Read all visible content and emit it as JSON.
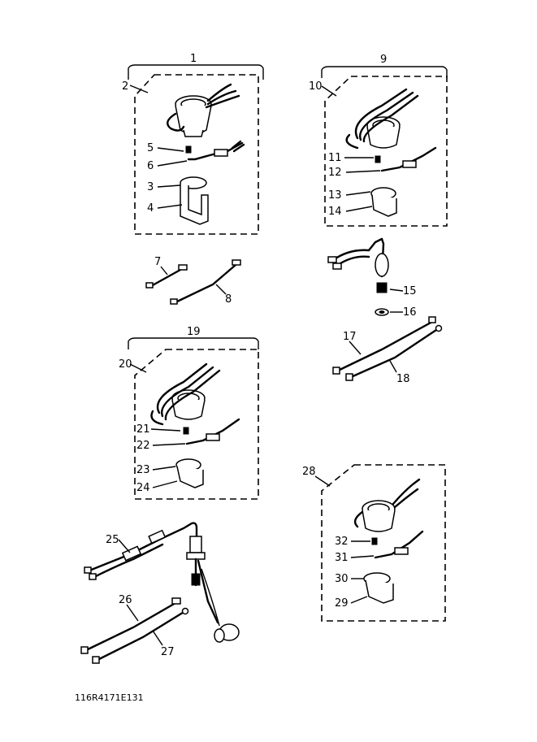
{
  "diagram": {
    "groups": {
      "g1": "1",
      "g9": "9",
      "g19": "19"
    },
    "callouts": {
      "c2": "2",
      "c3": "3",
      "c4": "4",
      "c5": "5",
      "c6": "6",
      "c7": "7",
      "c8": "8",
      "c10": "10",
      "c11": "11",
      "c12": "12",
      "c13": "13",
      "c14": "14",
      "c15": "15",
      "c16": "16",
      "c17": "17",
      "c18": "18",
      "c20": "20",
      "c21": "21",
      "c22": "22",
      "c23": "23",
      "c24": "24",
      "c25": "25",
      "c26": "26",
      "c27": "27",
      "c28": "28",
      "c29": "29",
      "c30": "30",
      "c31": "31",
      "c32": "32"
    },
    "drawing_code": "116R4171E131"
  }
}
